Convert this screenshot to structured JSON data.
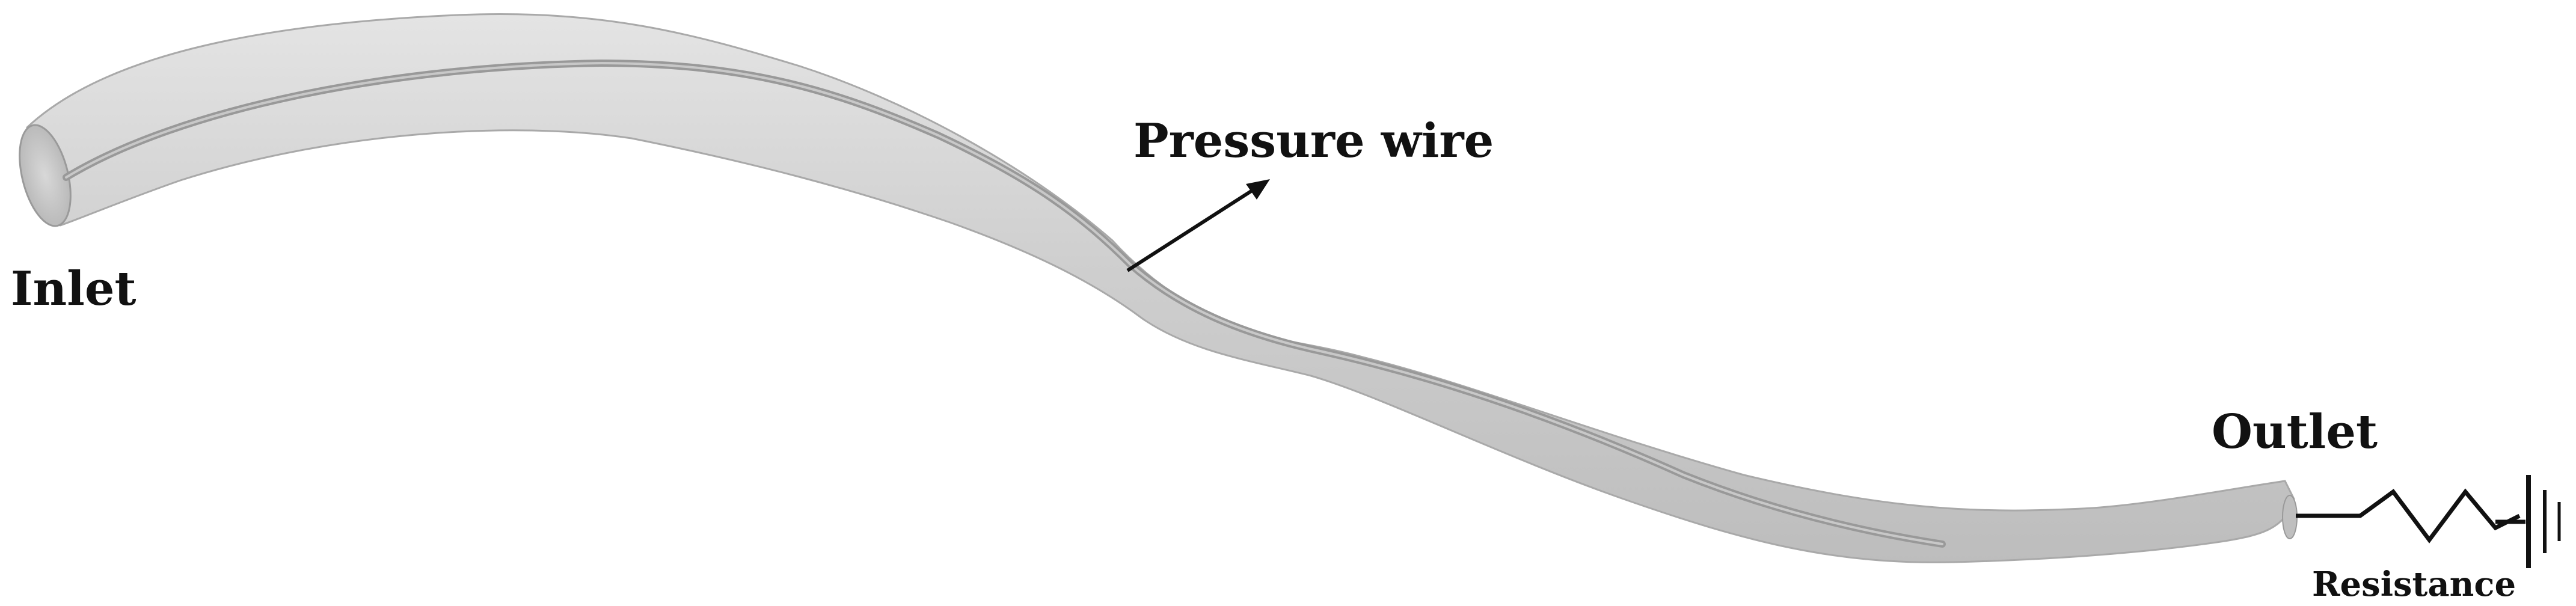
{
  "labels": {
    "inlet": "Inlet",
    "outlet": "Outlet",
    "pressure_wire": "Pressure wire",
    "resistance": "Resistance"
  },
  "colors": {
    "vessel_fill": "#cbcbcb",
    "vessel_edge": "#a9a9a9",
    "wire": "#9c9c9c",
    "ink": "#111111"
  }
}
